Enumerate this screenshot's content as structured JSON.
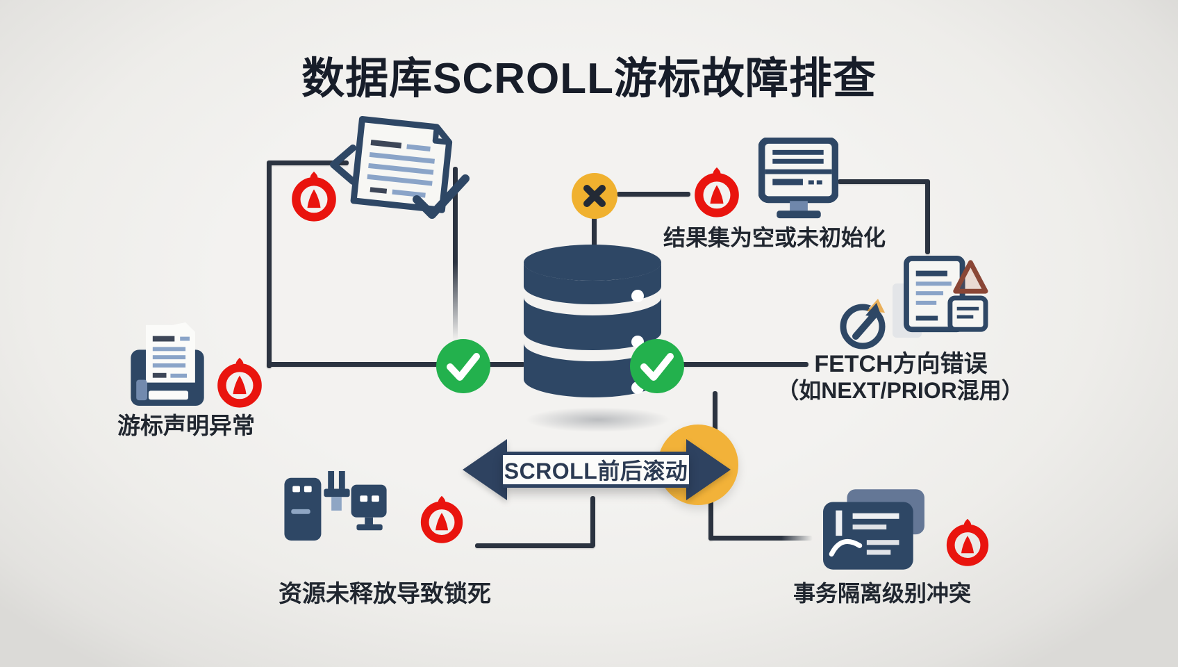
{
  "title": "数据库SCROLL游标故障排查",
  "banner": {
    "label": "SCROLL前后滚动"
  },
  "nodes": {
    "cursor_declaration": {
      "label": "游标声明异常"
    },
    "result_set": {
      "label": "结果集为空或未初始化"
    },
    "fetch_direction": {
      "label_line1": "FETCH方向错误",
      "label_line2": "（如NEXT/PRIOR混用）"
    },
    "resource_lock": {
      "label": "资源未释放导致锁死"
    },
    "transaction_isolation": {
      "label": "事务隔离级别冲突"
    }
  },
  "icons": {
    "center": "database-cylinder-icon",
    "error_marker": "red-alarm-icon",
    "ok_marker": "green-check-icon",
    "blocked_marker": "yellow-x-icon",
    "top_left": "document-check-icon",
    "left": "printer-document-icon",
    "top_right": "monitor-icon",
    "right_a": "cycle-arrow-icon",
    "right_b": "document-warning-icon",
    "bottom_left": "devices-icon",
    "bottom_right": "stacked-cards-icon"
  },
  "colors": {
    "background": "#efeeec",
    "navy": "#2e4765",
    "connector": "#2b3340",
    "red": "#e9140e",
    "green": "#23b14d",
    "yellow": "#f0b12f",
    "banner_yellow": "#f2b239",
    "text": "#20262f",
    "banner_text": "#2b3a52"
  }
}
